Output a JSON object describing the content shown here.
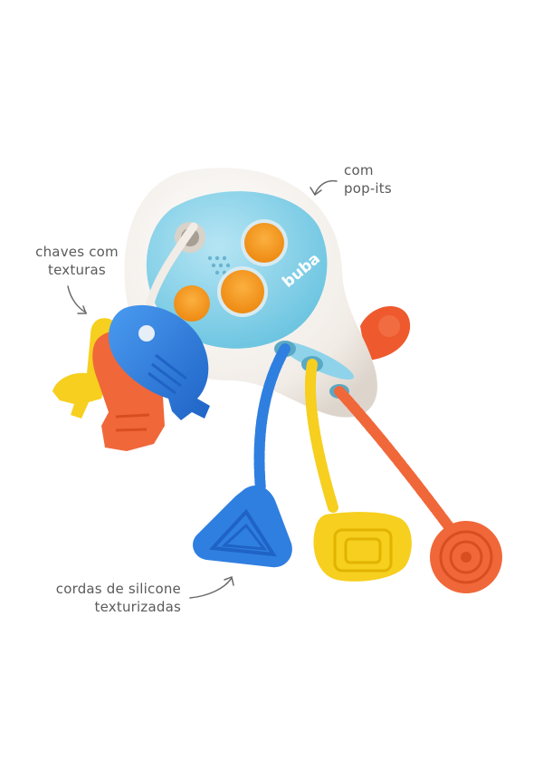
{
  "annotations": {
    "popits": {
      "line1": "com",
      "line2": "pop-its"
    },
    "keys": {
      "line1": "chaves com",
      "line2": "texturas"
    },
    "cords": {
      "line1": "cordas de silicone",
      "line2": "texturizadas"
    }
  },
  "product": {
    "brand_logo_text": "buba",
    "colors": {
      "body_shell": "#f4efe9",
      "face_panel": "#8fd3ea",
      "popit_orange": "#f59a22",
      "blue_toy": "#2f7fe0",
      "yellow_toy": "#f6cf1f",
      "coral_toy": "#f0673a",
      "annotation_text": "#5a5a5a"
    }
  }
}
